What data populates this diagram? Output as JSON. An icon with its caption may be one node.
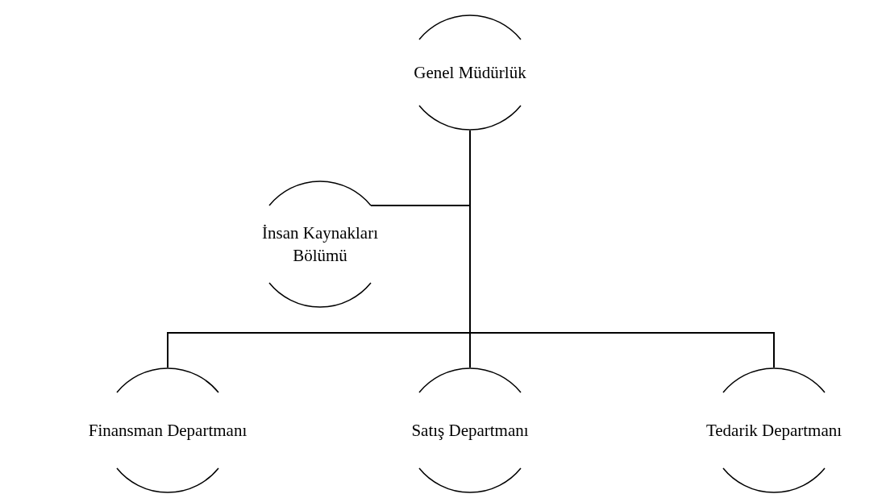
{
  "diagram": {
    "nodes": [
      {
        "text": [
          "Genel Müdürlük"
        ]
      },
      {
        "text": [
          "İnsan Kaynakları Bölümü"
        ]
      },
      {
        "text": [
          "Finansman Departmanı"
        ]
      },
      {
        "text": [
          "Satış Departmanı"
        ]
      },
      {
        "text": [
          "Tedarik Departmanı"
        ]
      }
    ],
    "edges": [
      {
        "from": 0,
        "to": 1,
        "arrow": "none"
      },
      {
        "from": 0,
        "to": 2,
        "arrow": "none"
      },
      {
        "from": 0,
        "to": 3,
        "arrow": "none"
      },
      {
        "from": 0,
        "to": 4,
        "arrow": "none"
      }
    ]
  }
}
